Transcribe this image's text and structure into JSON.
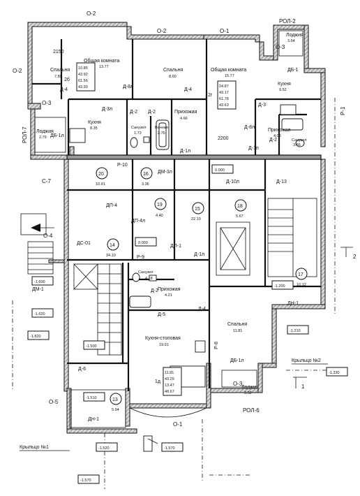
{
  "axes": {
    "o2_top": "О-2",
    "rol2": "РОЛ-2",
    "o2_mid": "О-2",
    "o1": "О-1",
    "o3_top": "О-3",
    "o2_left": "О-2",
    "p1": "Р-1",
    "rol7": "РОЛ-7",
    "o3_left": "О-3",
    "o7": "С-7",
    "o4": "О-4",
    "o5": "О-5",
    "o1_bottom": "О-1",
    "rol6": "РОЛ-6",
    "o3_bottom": "О-3"
  },
  "rooms": {
    "bed_a": {
      "name": "Спальня",
      "area": "7.80"
    },
    "living_a": {
      "name": "Общая комната",
      "area": "13.77"
    },
    "bed_b": {
      "name": "Спальня",
      "area": "8.60"
    },
    "living_b": {
      "name": "Общая комната",
      "area": "15.77"
    },
    "loggia_tr": {
      "name": "Лоджия",
      "area": "3.64"
    },
    "kitchen_r": {
      "name": "Кухня",
      "area": "9.52"
    },
    "kitchen_l": {
      "name": "Кухня",
      "area": "8.35"
    },
    "bath_l": {
      "name": "Санузел",
      "area": "1.73"
    },
    "bath2_l": {
      "name": "Ванная",
      "area": "2.75"
    },
    "hall_l": {
      "name": "Прихожая",
      "area": "4.66"
    },
    "hall_r": {
      "name": "Прихожая",
      "area": "4.00"
    },
    "bath_r": {
      "name": "Санузел",
      "area": "3.56"
    },
    "loggia_l": {
      "name": "Лоджия",
      "area": "2.79"
    },
    "bath_c": {
      "name": "Санузел",
      "area": "4.18"
    },
    "hall_c": {
      "name": "Прихожая",
      "area": "4.21"
    },
    "kitchen_c": {
      "name": "Кухня-столовая",
      "area": "19.91"
    },
    "bed_c": {
      "name": "Спальня",
      "area": "11.81"
    },
    "loggia_b": {
      "name": "Лоджия",
      "area": "3.52"
    }
  },
  "aptA": {
    "a": "10.85",
    "b": "43.92",
    "c": "61.56",
    "d": "43.30",
    "count": "2б"
  },
  "aptB": {
    "a": "24.87",
    "b": "43.17",
    "c": "61.78",
    "d": "43.63",
    "count": "2г"
  },
  "aptC": {
    "a": "11.81",
    "b": "43.29",
    "c": "13.47",
    "d": "48.67",
    "count": "1д"
  },
  "numbers": {
    "n20": "20",
    "a20": "10.91",
    "n16": "16",
    "a16": "3.36",
    "n19": "19",
    "a19": "4.40",
    "n15": "15",
    "a15": "22.10",
    "n18": "18",
    "a18": "5.67",
    "n14": "14",
    "a14": "34.10",
    "n17": "17",
    "a17": "10.12",
    "n13": "13",
    "a13": "5.94"
  },
  "levels": {
    "l1": "0.000",
    "l2": "0.000",
    "l3": "-1.600",
    "l4": "-1.620",
    "l5": "-1.820",
    "l6": "-1.500",
    "l7": "-1.200",
    "l8": "-1.210",
    "l9": "-1.510",
    "l10": "-1.520",
    "l11": "-1.570",
    "l12": "-1.330",
    "l13": "-1.570"
  },
  "doors": {
    "d4a": "Д-4",
    "d8a": "Д-8л",
    "d4b": "Д-4",
    "d3": "Д-3",
    "db1": "ДБ-1",
    "d3a": "Д-3л",
    "d2a": "Д-2",
    "d2b": "Д-2",
    "d8b": "Д-8л",
    "d2c": "Д-2",
    "db1a": "ДБ-1л",
    "d1a": "Д-1л",
    "d1b": "Д-1п",
    "p10": "Р-10",
    "dm3": "ДМ-3л",
    "d10": "Д-10л",
    "d13": "Д-13",
    "dp4": "ДП-4",
    "dp4a": "ДП-4л",
    "dc01": "ДС-01",
    "dp1": "ДП-1",
    "d1c": "Д-1л",
    "p9": "Р-9",
    "dm1": "ДМ-1",
    "dn1": "ДН-1",
    "d2d": "Д-2",
    "d5": "Д-5",
    "d4c": "Д-4",
    "p8": "Р-8",
    "db1c": "ДБ-1л",
    "d6": "Д-6",
    "dn1b": "ДН-1",
    "d2200": "2200",
    "d2150": "2150"
  },
  "misc": {
    "porch1": "Крыльцо №1",
    "porch2": "Крыльцо №2",
    "one": "1",
    "two": "2"
  }
}
